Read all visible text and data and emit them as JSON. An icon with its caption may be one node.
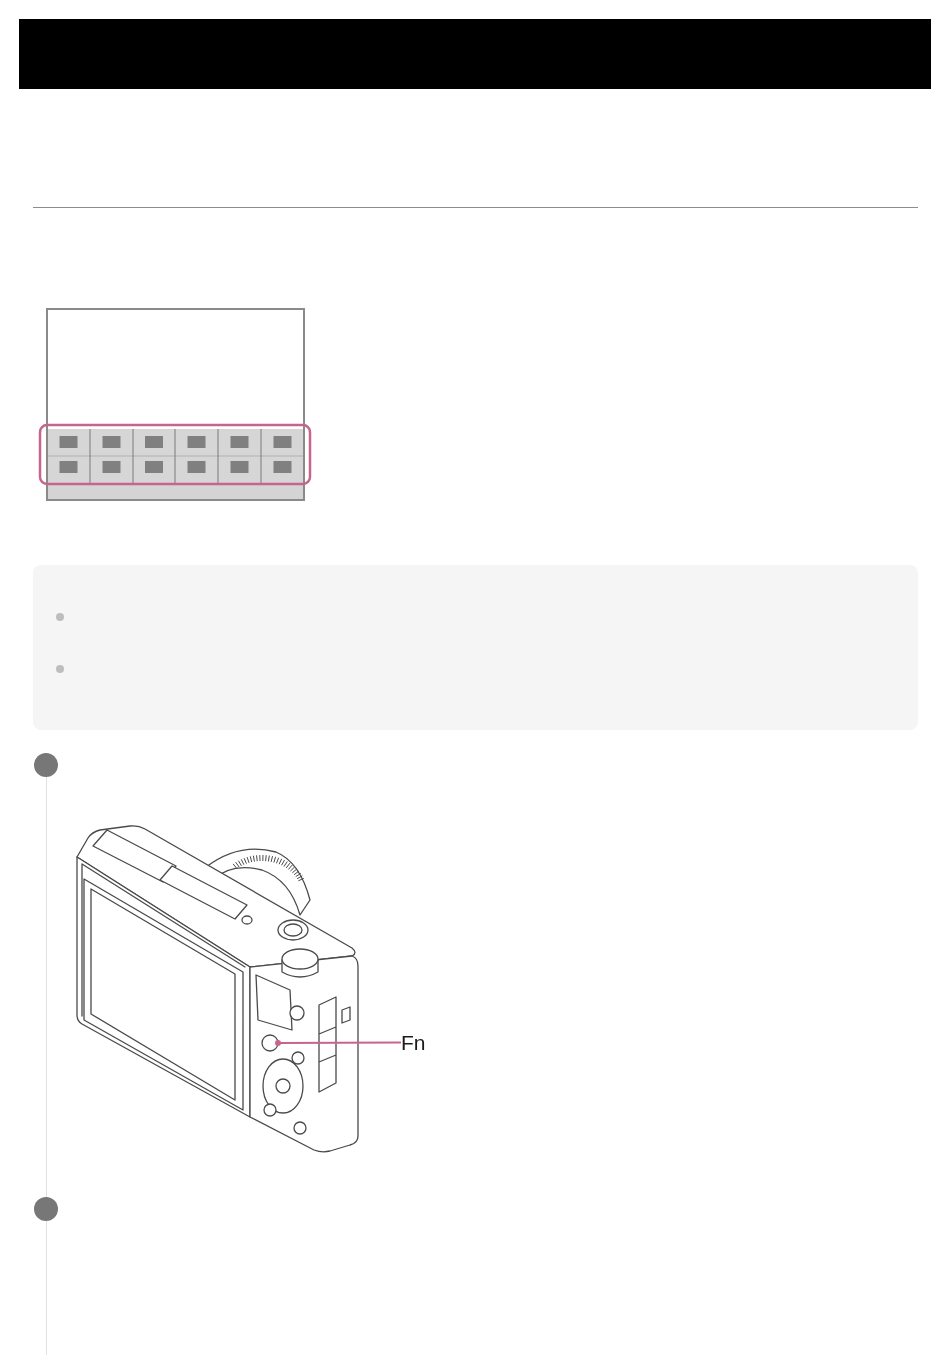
{
  "diagram": {
    "nodes": [
      {
        "text": [],
        "shape": "circle"
      },
      {
        "text": [
          "Fn"
        ]
      }
    ],
    "edges": [
      {
        "from": 1,
        "to": 0,
        "arrow": "other"
      }
    ]
  }
}
